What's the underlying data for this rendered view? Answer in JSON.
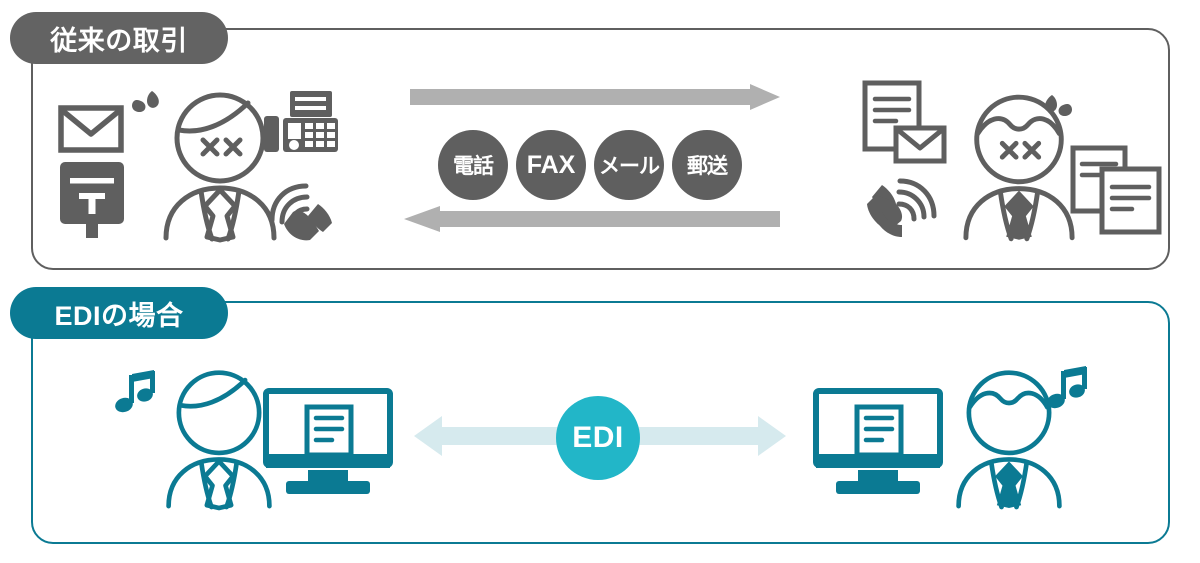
{
  "diagram": {
    "title_legacy": "従来の取引",
    "title_edi": "EDIの場合",
    "colors": {
      "gray_dark": "#5f5f5f",
      "gray_badge": "#636363",
      "gray_arrow": "#b0b0b0",
      "teal": "#0b7a93",
      "cyan": "#22b6c8",
      "arrow_light": "#d6eaee",
      "white": "#ffffff"
    }
  },
  "legacy": {
    "badge_label": "従来の取引",
    "methods": [
      {
        "label": "電話",
        "name": "method-telephone"
      },
      {
        "label": "FAX",
        "name": "method-fax"
      },
      {
        "label": "メール",
        "name": "method-email"
      },
      {
        "label": "郵送",
        "name": "method-postal-mail"
      }
    ],
    "left_icons": [
      "envelope-icon",
      "postbox-icon",
      "stressed-person-icon",
      "fax-machine-icon",
      "ringing-phone-icon"
    ],
    "right_icons": [
      "document-with-envelope-icon",
      "stressed-person-icon",
      "document-stack-icon",
      "ringing-phone-handset-icon"
    ],
    "arrows": [
      {
        "name": "arrow-right-top",
        "direction": "right"
      },
      {
        "name": "arrow-left-bottom",
        "direction": "left"
      }
    ]
  },
  "edi": {
    "badge_label": "EDIの場合",
    "hub_label": "EDI",
    "left_icons": [
      "happy-person-icon",
      "music-note-icon",
      "monitor-document-icon"
    ],
    "right_icons": [
      "monitor-document-icon",
      "happy-person-icon",
      "music-note-icon"
    ],
    "arrows": [
      {
        "name": "edi-double-arrow",
        "direction": "both"
      }
    ]
  }
}
